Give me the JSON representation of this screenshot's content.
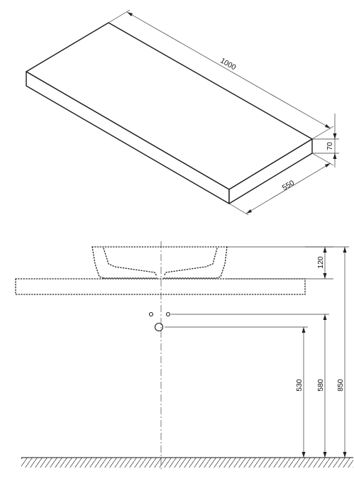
{
  "drawing": {
    "countertop_length": "1000",
    "countertop_thickness": "70",
    "countertop_depth": "550",
    "basin_height": "120",
    "drain_height": "530",
    "supply_height": "580",
    "top_height": "850"
  },
  "colors": {
    "line": "#1a1a1a",
    "dimension": "#333333",
    "background": "#ffffff"
  }
}
